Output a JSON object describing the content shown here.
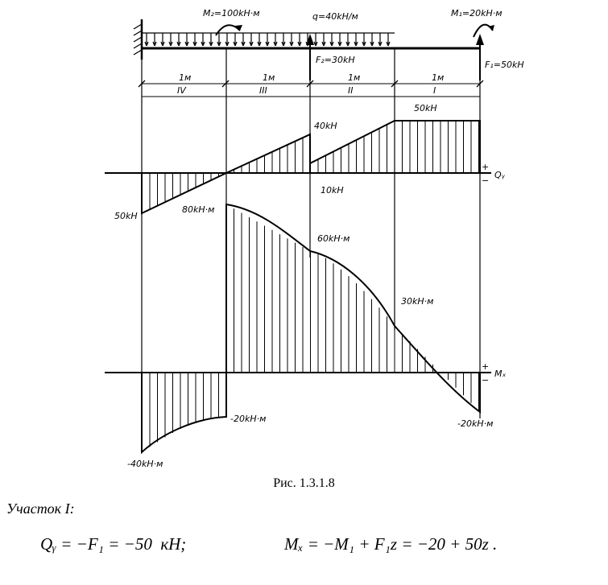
{
  "beam_labels": {
    "m2": "M₂=100kH·м",
    "q": "q=40kH/м",
    "m1": "M₁=20kH·м",
    "f2": "F₂=30kH",
    "f1": "F₁=50kH"
  },
  "segments": [
    {
      "length": "1м",
      "number": "IV"
    },
    {
      "length": "1м",
      "number": "III"
    },
    {
      "length": "1м",
      "number": "II"
    },
    {
      "length": "1м",
      "number": "I"
    }
  ],
  "q_diagram": {
    "axis_label": "Qᵧ",
    "sign_plus": "+",
    "sign_minus": "−",
    "labels": [
      "40kH",
      "50kH",
      "10kH",
      "50kH"
    ]
  },
  "m_diagram": {
    "axis_label": "Mₓ",
    "sign_plus": "+",
    "sign_minus": "−",
    "labels": [
      "80kH·м",
      "60kH·м",
      "30kH·м",
      "-20kH·м",
      "-40kH·м",
      "-20kH·м"
    ]
  },
  "caption": "Рис. 1.3.1.8",
  "section_title": "Участок I:",
  "equations": {
    "shear": "Qᵧ = −F₁ = −50  кН;",
    "moment": "Mₓ = −M₁ + F₁z = −20 + 50z ."
  }
}
